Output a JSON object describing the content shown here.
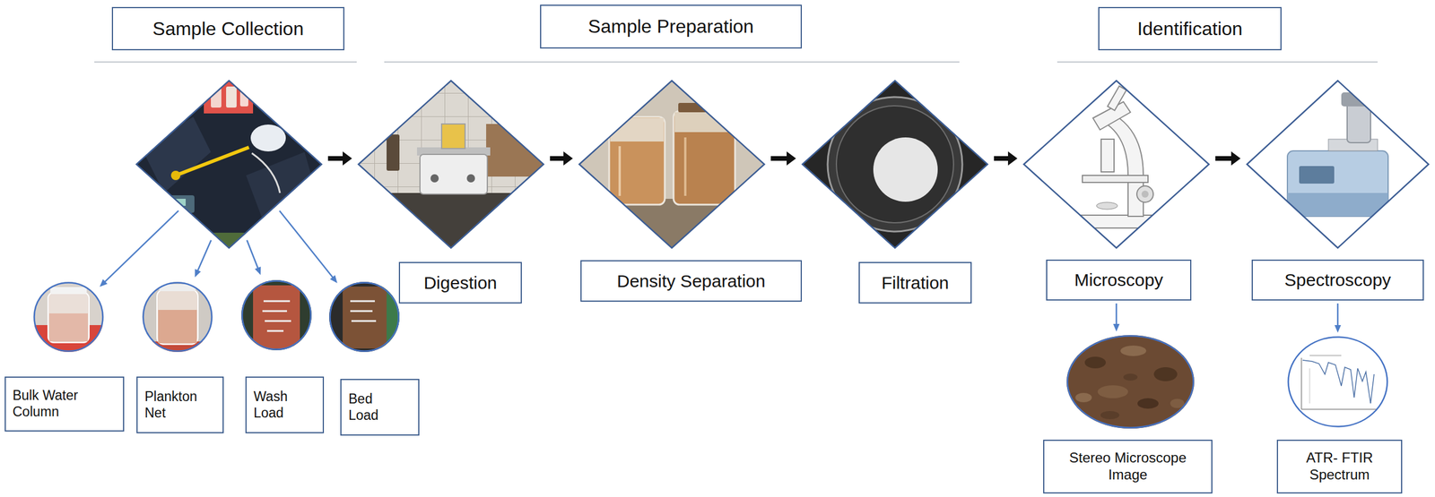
{
  "diagram": {
    "nodes": [
      {
        "text": [
          "Sample Collection"
        ]
      },
      {
        "text": [
          "Sample Preparation"
        ]
      },
      {
        "text": [
          "Identification"
        ]
      },
      {
        "text": [
          "Digestion"
        ]
      },
      {
        "text": [
          "Density Separation"
        ]
      },
      {
        "text": [
          "Filtration"
        ]
      },
      {
        "text": [
          "Microscopy"
        ]
      },
      {
        "text": [
          "Spectroscopy"
        ]
      },
      {
        "text": [
          "Bulk Water Column"
        ]
      },
      {
        "text": [
          "Plankton Net"
        ]
      },
      {
        "text": [
          "Wash Load"
        ]
      },
      {
        "text": [
          "Bed Load"
        ]
      },
      {
        "text": [
          "Stereo Microscope Image"
        ]
      },
      {
        "text": [
          "ATR- FTIR Spectrum"
        ]
      }
    ],
    "edges": [
      {
        "from": 0,
        "to": 3,
        "arrow": "to"
      },
      {
        "from": 3,
        "to": 4,
        "arrow": "to"
      },
      {
        "from": 4,
        "to": 5,
        "arrow": "to"
      },
      {
        "from": 5,
        "to": 6,
        "arrow": "to"
      },
      {
        "from": 6,
        "to": 7,
        "arrow": "to"
      },
      {
        "from": 0,
        "to": 8,
        "arrow": "to"
      },
      {
        "from": 0,
        "to": 9,
        "arrow": "to"
      },
      {
        "from": 0,
        "to": 10,
        "arrow": "to"
      },
      {
        "from": 0,
        "to": 11,
        "arrow": "to"
      },
      {
        "from": 6,
        "to": 12,
        "arrow": "to"
      },
      {
        "from": 7,
        "to": 13,
        "arrow": "to"
      }
    ]
  }
}
